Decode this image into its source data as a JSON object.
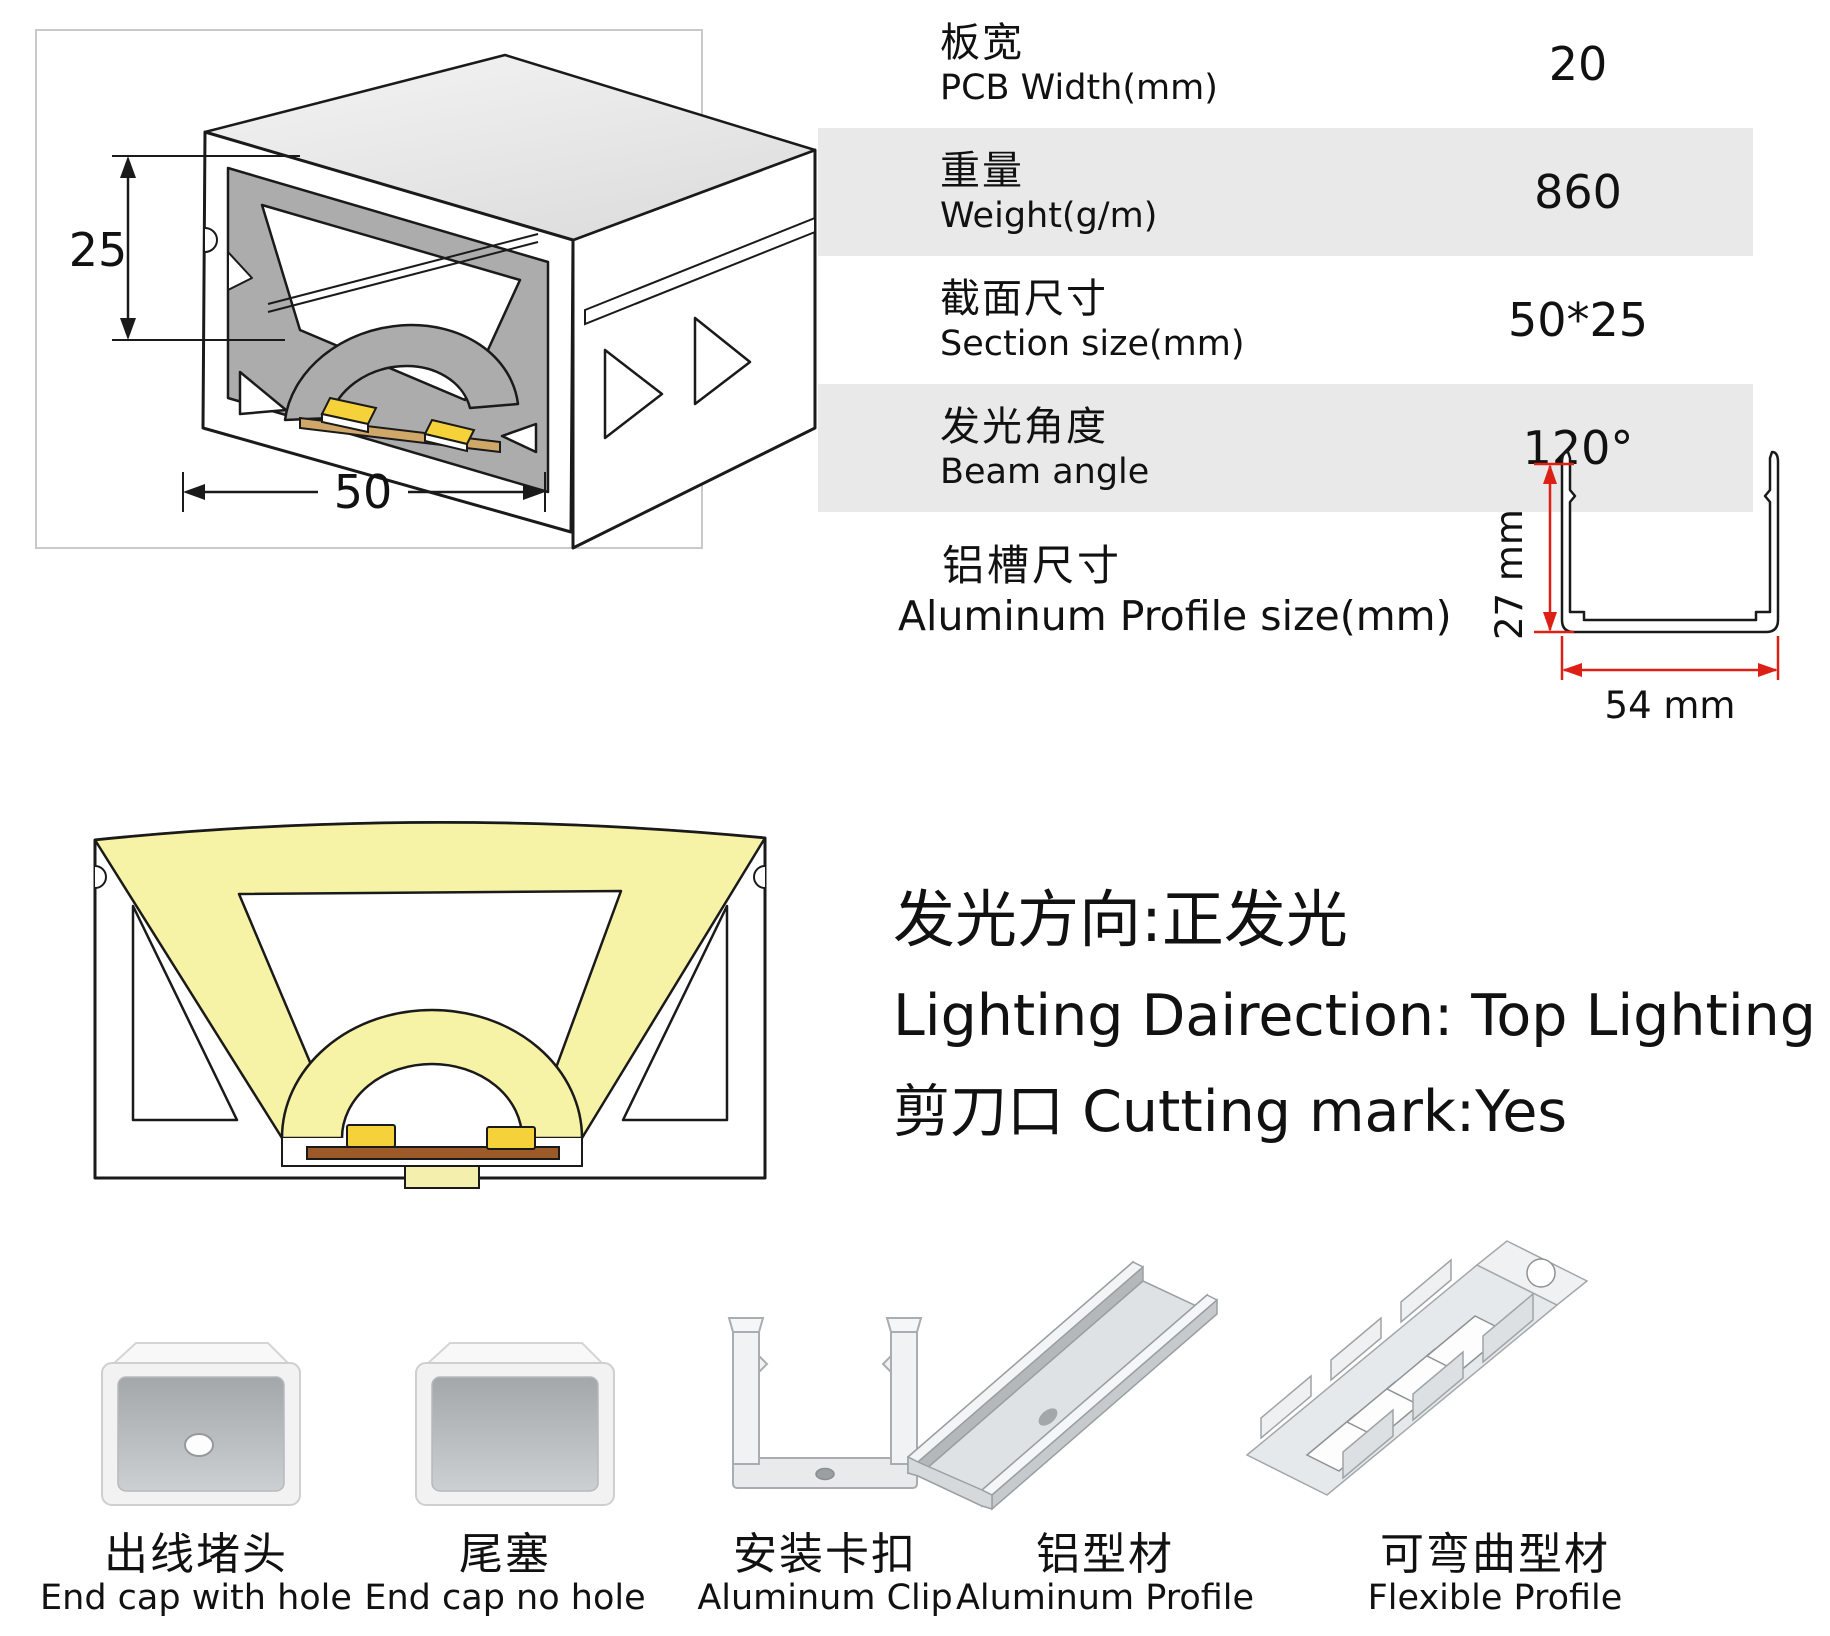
{
  "table": {
    "rows": [
      {
        "label_cn": "板宽",
        "label_en": "PCB Width(mm)",
        "value": "20"
      },
      {
        "label_cn": "重量",
        "label_en": "Weight(g/m)",
        "value": "860"
      },
      {
        "label_cn": "截面尺寸",
        "label_en": "Section size(mm)",
        "value": "50*25"
      },
      {
        "label_cn": "发光角度",
        "label_en": "Beam angle",
        "value": "120°"
      }
    ]
  },
  "profile_size": {
    "label_cn": "铝槽尺寸",
    "label_en": "Aluminum Profile size(mm)",
    "height_label": "27 mm",
    "width_label": "54 mm"
  },
  "drawing": {
    "height_dim": "25",
    "width_dim": "50"
  },
  "lighting": {
    "line1": "发光方向:正发光",
    "line2": "Lighting Dairection: Top Lighting",
    "line3": "剪刀口 Cutting mark:Yes"
  },
  "products": [
    {
      "name_cn": "出线堵头",
      "name_en": "End cap with hole"
    },
    {
      "name_cn": "尾塞",
      "name_en": "End cap no hole"
    },
    {
      "name_cn": "安装卡扣",
      "name_en": "Aluminum Clip"
    },
    {
      "name_cn": "铝型材",
      "name_en": "Aluminum Profile"
    },
    {
      "name_cn": "可弯曲型材",
      "name_en": "Flexible Profile"
    }
  ],
  "colors": {
    "row_alt_bg": "#e9e9e9",
    "accent_red": "#dd2016",
    "section_yellow": "#f7f3a6",
    "led_yellow": "#f6d23a",
    "pcb_brown": "#9c5a28",
    "ink": "#1a1a1a",
    "border_gray": "#c9c9c9",
    "diffuser_gray": "#acacac"
  }
}
